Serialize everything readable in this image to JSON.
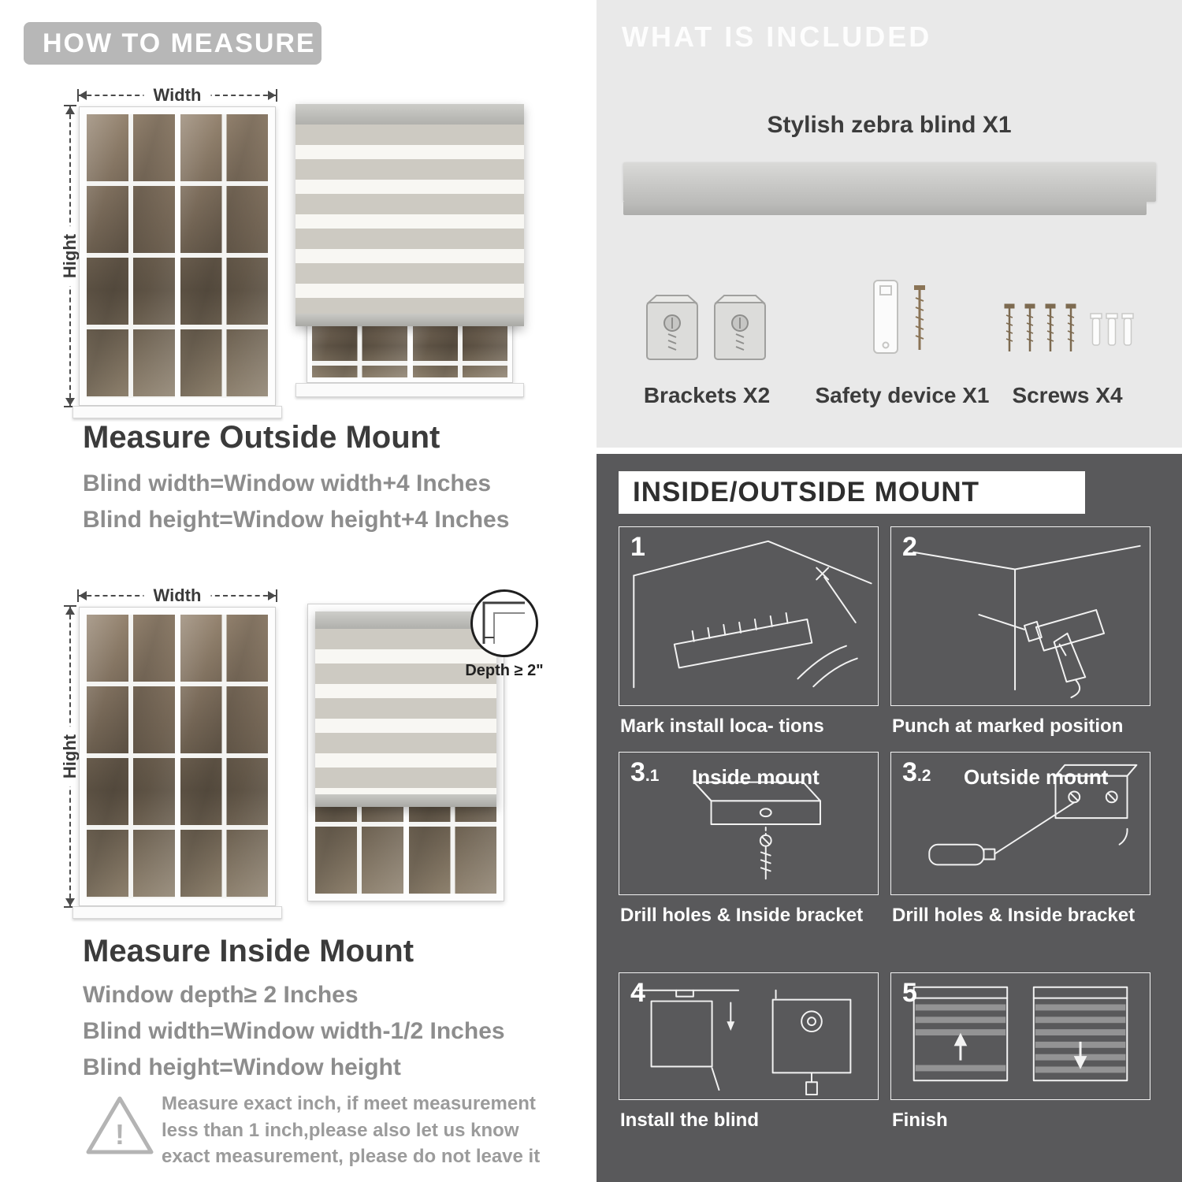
{
  "left": {
    "header": "HOW TO MEASURE",
    "labels": {
      "width": "Width",
      "height": "Hight"
    },
    "outside": {
      "title": "Measure Outside Mount",
      "line1": "Blind width=Window width+4 Inches",
      "line2": "Blind height=Window height+4 Inches"
    },
    "inside": {
      "depth_callout": "Depth ≥ 2\"",
      "title": "Measure Inside Mount",
      "line1": "Window depth≥ 2 Inches",
      "line2": "Blind width=Window width-1/2 Inches",
      "line3": "Blind height=Window height"
    },
    "warning_mark": "!",
    "note": "Measure exact inch, if meet measurement less than 1 inch,please also let us know exact measurement, please do not leave it"
  },
  "right": {
    "included": {
      "header": "WHAT IS INCLUDED",
      "blind_label": "Stylish zebra blind X1",
      "items": [
        {
          "label": "Brackets X2"
        },
        {
          "label": "Safety device X1"
        },
        {
          "label": "Screws X4"
        }
      ]
    },
    "mount": {
      "header": "INSIDE/OUTSIDE MOUNT",
      "steps": [
        {
          "num": "1",
          "caption": "Mark install loca- tions"
        },
        {
          "num": "2",
          "caption": "Punch at  marked position"
        },
        {
          "num": "3",
          "numsub": ".1",
          "label": "Inside mount",
          "caption": "Drill holes &  Inside bracket"
        },
        {
          "num": "3",
          "numsub": ".2",
          "label": "Outside mount",
          "caption": "Drill holes &  Inside bracket"
        },
        {
          "num": "4",
          "caption": "Install the blind"
        },
        {
          "num": "5",
          "caption": "Finish"
        }
      ]
    }
  },
  "colors": {
    "badge_gray": "#b7b7b7",
    "light_section": "#e9e9e9",
    "dark_section": "#59595b",
    "text_dark": "#3b3b3b",
    "text_gray": "#8d8d8d"
  }
}
